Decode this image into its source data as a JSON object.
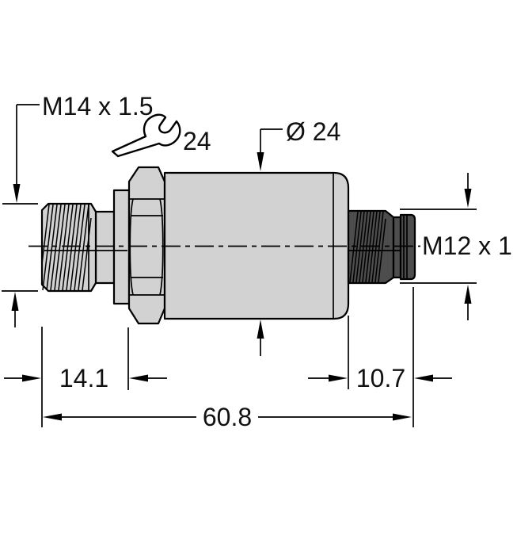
{
  "drawing": {
    "labels": {
      "thread_process": "M14 x 1.5",
      "wrench_size": "24",
      "body_diameter": "Ø 24",
      "thread_connector": "M12 x 1"
    },
    "dimensions": {
      "stud_length": "14.1",
      "connector_length": "10.7",
      "overall_length": "60.8"
    },
    "icons": {
      "wrench": "open-end-wrench-icon"
    },
    "colors": {
      "background": "#ffffff",
      "line": "#000000",
      "part_fill": "#d2d2d2",
      "dark_fill": "#4d4d4d",
      "text": "#111111"
    }
  }
}
